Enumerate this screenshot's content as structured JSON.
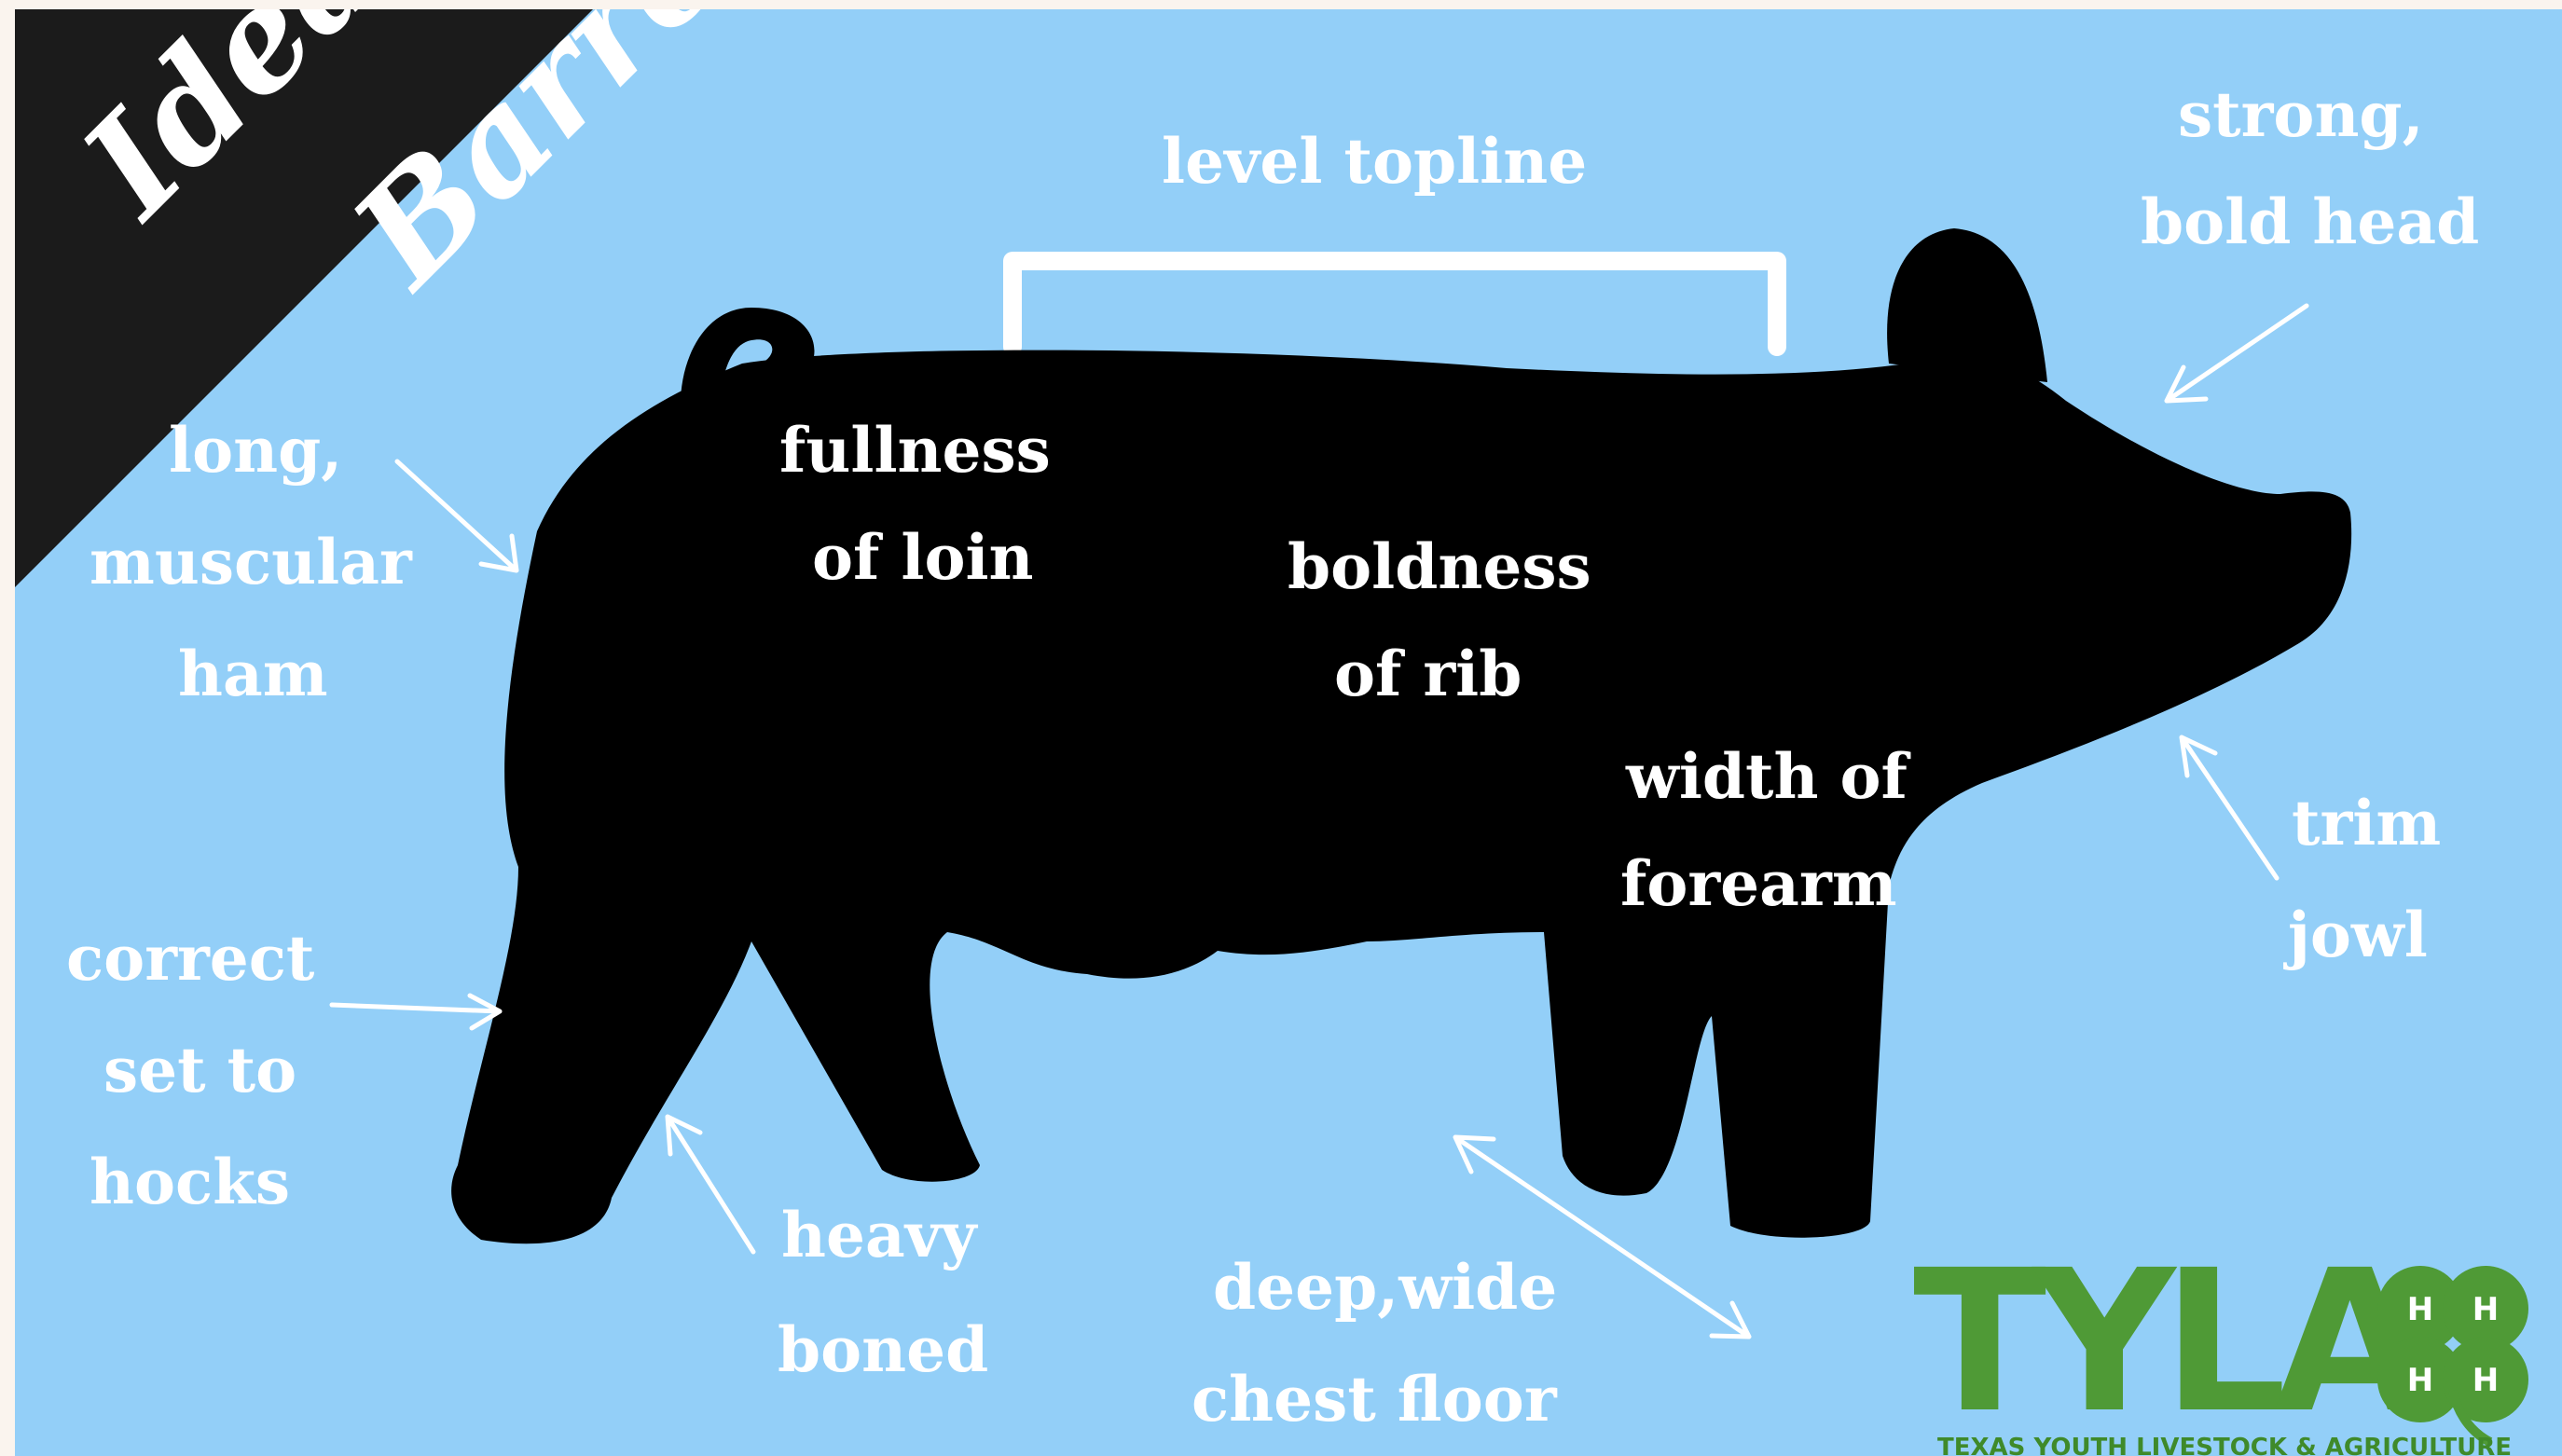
{
  "banner": {
    "line1": "Ideal",
    "line2": "Barrow"
  },
  "labels": {
    "level_topline": "level topline",
    "strong_bold_head": [
      "strong,",
      "bold head"
    ],
    "long_muscular_ham": [
      "long,",
      "muscular",
      "ham"
    ],
    "fullness_of_loin": [
      "fullness",
      "of loin"
    ],
    "boldness_of_rib": [
      "boldness",
      "of rib"
    ],
    "width_of_forearm": [
      "width of",
      "forearm"
    ],
    "trim_jowl": [
      "trim",
      "jowl"
    ],
    "correct_set_to_hocks": [
      "correct",
      "set to",
      "hocks"
    ],
    "heavy_boned": [
      "heavy",
      "boned"
    ],
    "deep_wide_chest_floor": [
      "deep,wide",
      "chest floor"
    ]
  },
  "logo": {
    "wordmark": "TYLA",
    "tagline": "TEXAS YOUTH LIVESTOCK & AGRICULTURE",
    "clover_letter": "H"
  },
  "colors": {
    "background": "#93cff8",
    "silhouette": "#000000",
    "banner": "#1b1b1b",
    "logo_green": "#4f9a36",
    "text": "#ffffff"
  }
}
